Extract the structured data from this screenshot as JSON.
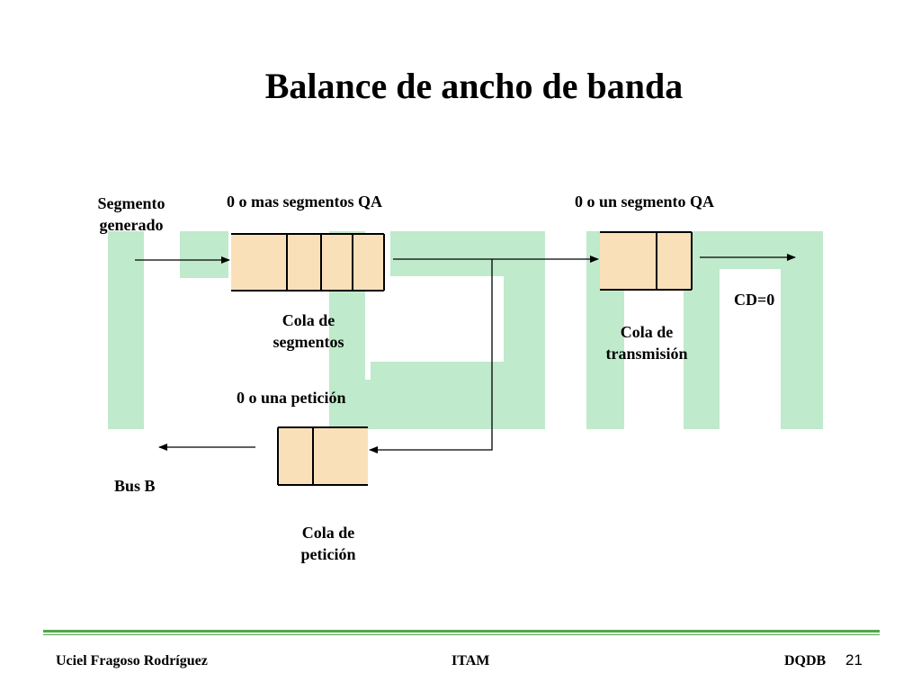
{
  "title": "Balance de ancho de banda",
  "diagram": {
    "segmento_generado": [
      "Segmento",
      "generado"
    ],
    "qa_segments_label": "0 o mas segmentos QA",
    "qa_single_label": "0 o un segmento QA",
    "cola_segmentos": [
      "Cola de",
      "segmentos"
    ],
    "cola_transmision": [
      "Cola de",
      "transmisión"
    ],
    "cd_label": "CD=0",
    "peticion_label": "0 o una petición",
    "bus_b": "Bus B",
    "cola_peticion": [
      "Cola de",
      "petición"
    ]
  },
  "footer": {
    "author": "Uciel Fragoso Rodríguez",
    "institution": "ITAM",
    "topic": "DQDB",
    "page": "21"
  },
  "colors": {
    "watermark": "#bfeacb",
    "queue_fill": "#fae0b9",
    "accent_line": "#4ea84b"
  }
}
